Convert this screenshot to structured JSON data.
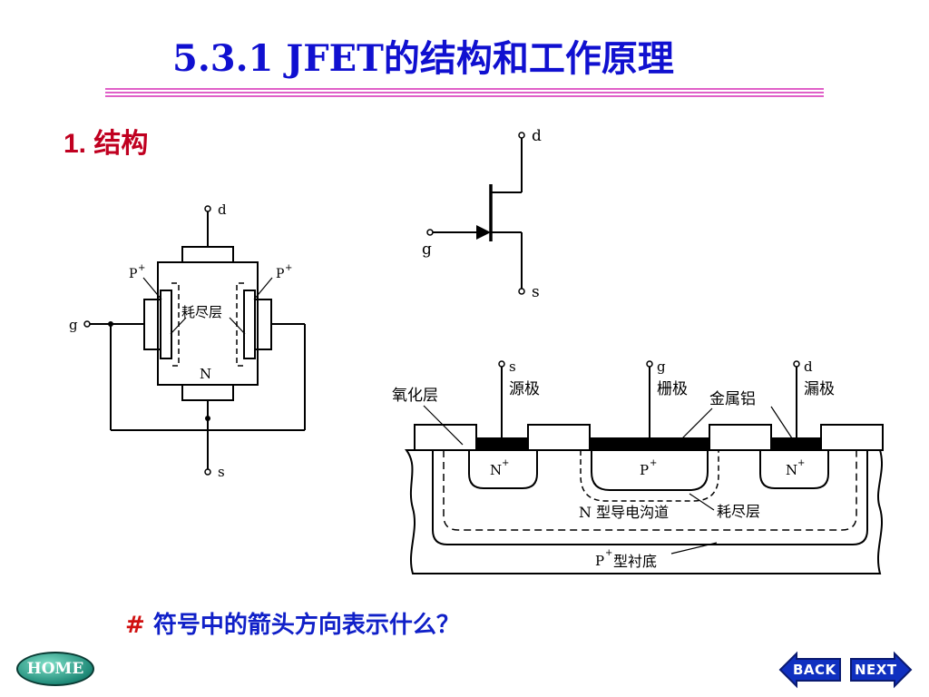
{
  "title": "5.3.1  JFET的结构和工作原理",
  "subtitle": "1. 结构",
  "question": {
    "mark": "#",
    "text": " 符号中的箭头方向表示什么？"
  },
  "structure_diagram": {
    "terminal_d": "d",
    "terminal_g": "g",
    "terminal_s": "s",
    "p_left": "P",
    "p_right": "P",
    "plus": "+",
    "depletion": "耗尽层",
    "n_region": "N"
  },
  "symbol_diagram": {
    "terminal_d": "d",
    "terminal_g": "g",
    "terminal_s": "s"
  },
  "cross_section": {
    "terminal_s": "s",
    "terminal_g": "g",
    "terminal_d": "d",
    "source_label": "源极",
    "gate_label": "栅极",
    "drain_label": "漏极",
    "oxide_label": "氧化层",
    "metal_label": "金属铝",
    "n_plus": "N",
    "p_plus": "P",
    "plus": "+",
    "channel_label": "N 型导电沟道",
    "depletion_label": "耗尽层",
    "substrate_prefix": "P",
    "substrate_label": "型衬底"
  },
  "nav": {
    "home": "HOME",
    "back": "BACK",
    "next": "NEXT"
  },
  "colors": {
    "title": "#1010d0",
    "accent_rule": "#e060c8",
    "subtitle": "#c00020",
    "question": "#1020c8",
    "nav_button": "#1030c0"
  }
}
